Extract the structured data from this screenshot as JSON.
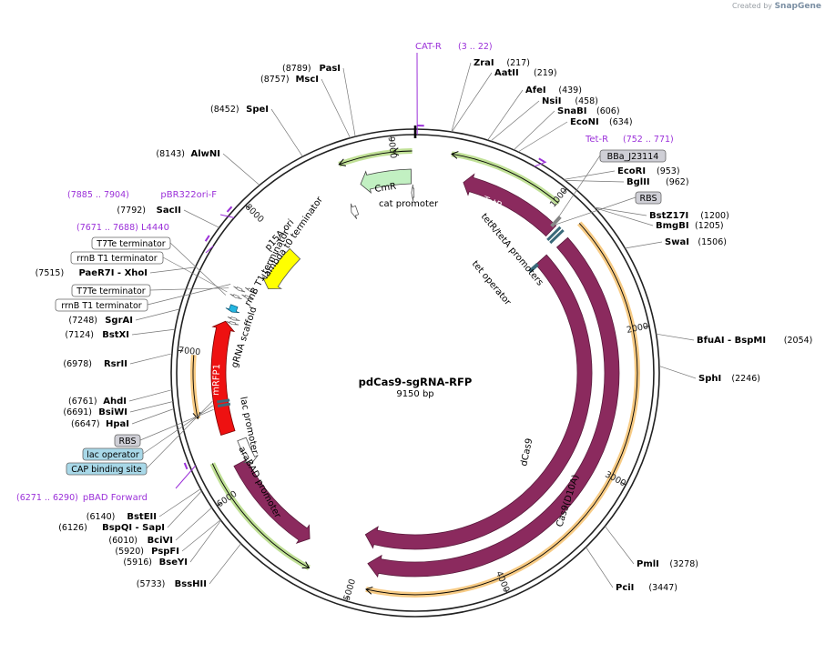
{
  "watermark": {
    "created_by": "Created by",
    "brand": "SnapGene"
  },
  "plasmid": {
    "name": "pdCas9-sgRNA-RFP",
    "size_label": "9150 bp",
    "length": 9150
  },
  "colors": {
    "backbone": "#222222",
    "cds": "#8b2a5e",
    "marker_cds": "#c2f0c2",
    "red_cds": "#ee1111",
    "ori": "#ffff00",
    "primer": "#9b30d9",
    "orange_arc": "#f0a020",
    "green_arc": "#8cc63f",
    "grey_box": "#cfcfd6",
    "blue_box": "#a8d8e8"
  },
  "ticks": [
    {
      "pos": 1000,
      "label": "1000"
    },
    {
      "pos": 2000,
      "label": "2000"
    },
    {
      "pos": 3000,
      "label": "3000"
    },
    {
      "pos": 4000,
      "label": "4000"
    },
    {
      "pos": 5000,
      "label": "5000"
    },
    {
      "pos": 6000,
      "label": "6000"
    },
    {
      "pos": 7000,
      "label": "7000"
    },
    {
      "pos": 8000,
      "label": "8000"
    },
    {
      "pos": 9000,
      "label": "9000"
    }
  ],
  "enzymes": [
    {
      "name": "ZraI",
      "pos": 217,
      "num": "(217)"
    },
    {
      "name": "AatII",
      "pos": 219,
      "num": "(219)"
    },
    {
      "name": "AfeI",
      "pos": 439,
      "num": "(439)"
    },
    {
      "name": "NsiI",
      "pos": 458,
      "num": "(458)"
    },
    {
      "name": "SnaBI",
      "pos": 606,
      "num": "(606)"
    },
    {
      "name": "EcoNI",
      "pos": 634,
      "num": "(634)"
    },
    {
      "name": "EcoRI",
      "pos": 953,
      "num": "(953)"
    },
    {
      "name": "BglII",
      "pos": 962,
      "num": "(962)"
    },
    {
      "name": "BstZ17I",
      "pos": 1200,
      "num": "(1200)"
    },
    {
      "name": "BmgBI",
      "pos": 1205,
      "num": "(1205)"
    },
    {
      "name": "SwaI",
      "pos": 1506,
      "num": "(1506)"
    },
    {
      "name": "BfuAI - BspMI",
      "pos": 2054,
      "num": "(2054)"
    },
    {
      "name": "SphI",
      "pos": 2246,
      "num": "(2246)"
    },
    {
      "name": "PmlI",
      "pos": 3278,
      "num": "(3278)"
    },
    {
      "name": "PciI",
      "pos": 3447,
      "num": "(3447)"
    },
    {
      "name": "BssHII",
      "pos": 5733,
      "num": "(5733)"
    },
    {
      "name": "BseYI",
      "pos": 5916,
      "num": "(5916)"
    },
    {
      "name": "PspFI",
      "pos": 5920,
      "num": "(5920)"
    },
    {
      "name": "BciVI",
      "pos": 6010,
      "num": "(6010)"
    },
    {
      "name": "BspQI - SapI",
      "pos": 6126,
      "num": "(6126)"
    },
    {
      "name": "BstEII",
      "pos": 6140,
      "num": "(6140)"
    },
    {
      "name": "HpaI",
      "pos": 6647,
      "num": "(6647)"
    },
    {
      "name": "BsiWI",
      "pos": 6691,
      "num": "(6691)"
    },
    {
      "name": "AhdI",
      "pos": 6761,
      "num": "(6761)"
    },
    {
      "name": "RsrII",
      "pos": 6978,
      "num": "(6978)"
    },
    {
      "name": "BstXI",
      "pos": 7124,
      "num": "(7124)"
    },
    {
      "name": "SgrAI",
      "pos": 7248,
      "num": "(7248)"
    },
    {
      "name": "PaeR7I - XhoI",
      "pos": 7515,
      "num": "(7515)"
    },
    {
      "name": "SacII",
      "pos": 7792,
      "num": "(7792)"
    },
    {
      "name": "AlwNI",
      "pos": 8143,
      "num": "(8143)"
    },
    {
      "name": "SpeI",
      "pos": 8452,
      "num": "(8452)"
    },
    {
      "name": "MscI",
      "pos": 8757,
      "num": "(8757)"
    },
    {
      "name": "PasI",
      "pos": 8789,
      "num": "(8789)"
    }
  ],
  "primers": [
    {
      "name": "CAT-R",
      "range": "(3 .. 22)",
      "pos": 12
    },
    {
      "name": "Tet-R",
      "range": "(752 .. 771)",
      "pos": 761
    },
    {
      "name": "pBR322ori-F",
      "range": "(7885 .. 7904)",
      "pos": 7895
    },
    {
      "name": "L4440",
      "range": "(7671 .. 7688)",
      "pos": 7680
    },
    {
      "name": "pBAD Forward",
      "range": "(6271 .. 6290)",
      "pos": 6280
    }
  ],
  "boxed_features": [
    {
      "label": "BBa_J23114",
      "style": "grey"
    },
    {
      "label": "RBS",
      "style": "grey"
    },
    {
      "label": "T7Te terminator",
      "style": "white"
    },
    {
      "label": "rrnB T1 terminator",
      "style": "white"
    },
    {
      "label": "T7Te terminator",
      "style": "white"
    },
    {
      "label": "rrnB T1 terminator",
      "style": "white"
    },
    {
      "label": "RBS",
      "style": "grey"
    },
    {
      "label": "lac operator",
      "style": "blue"
    },
    {
      "label": "CAP binding site",
      "style": "blue"
    }
  ],
  "features": {
    "cmr": "CmR",
    "cat_promoter": "cat promoter",
    "tetr": "TetR",
    "tetr_promoters": "tetR/tetA promoters",
    "tet_operator": "tet operator",
    "dcas9": "dCas9",
    "cas9_d10a": "Cas9(D10A)",
    "p15a_ori": "p15A ori",
    "lambda_t0": "lambda t0 terminator",
    "rrnb_t1": "rrnB T1 terminator",
    "grna_scaffold": "gRNA scaffold",
    "mrfp1": "mRFP1",
    "lac_promoter": "lac promoter",
    "arabad_promoter": "araBAD promoter",
    "arac": "araC"
  }
}
